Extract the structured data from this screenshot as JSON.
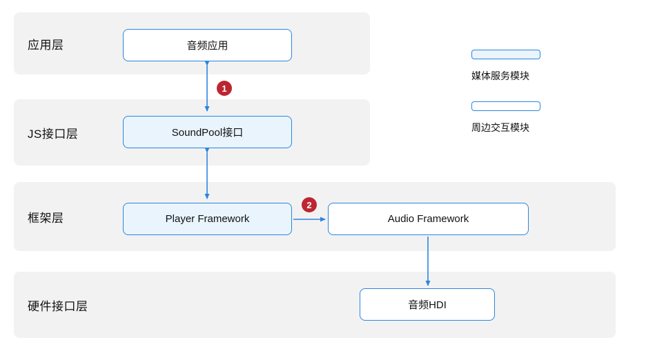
{
  "colors": {
    "band_bg": "#f2f2f3",
    "box_border": "#2b85dd",
    "box_fill_media": "#e9f4fd",
    "box_fill_peripheral": "#ffffff",
    "arrow": "#2b85dd",
    "badge_bg": "#bc2630",
    "badge_text": "#ffffff"
  },
  "layers": [
    {
      "label": "应用层"
    },
    {
      "label": "JS接口层"
    },
    {
      "label": "框架层"
    },
    {
      "label": "硬件接口层"
    }
  ],
  "boxes": {
    "audio_app": {
      "label": "音频应用",
      "type": "peripheral"
    },
    "soundpool": {
      "label": "SoundPool接口",
      "type": "media"
    },
    "player_framework": {
      "label": "Player Framework",
      "type": "media"
    },
    "audio_framework": {
      "label": "Audio Framework",
      "type": "peripheral"
    },
    "audio_hdi": {
      "label": "音频HDI",
      "type": "peripheral"
    }
  },
  "badges": [
    {
      "label": "1"
    },
    {
      "label": "2"
    }
  ],
  "legend": [
    {
      "label": "媒体服务模块",
      "type": "media"
    },
    {
      "label": "周边交互模块",
      "type": "peripheral"
    }
  ]
}
